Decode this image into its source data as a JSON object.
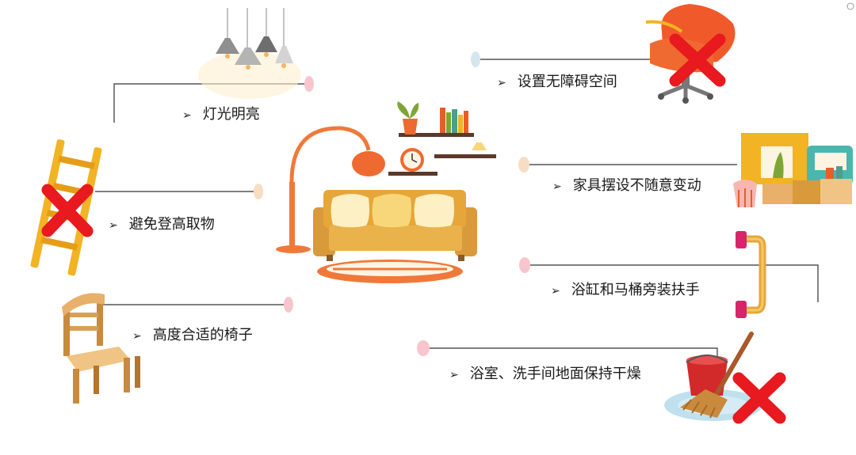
{
  "items": {
    "light": "灯光明亮",
    "ladder": "避免登高取物",
    "chair": "高度合适的椅子",
    "barrier_free": "设置无障碍空间",
    "furniture": "家具摆设不随意变动",
    "handrail": "浴缸和马桶旁装扶手",
    "dry_floor": "浴室、洗手间地面保持干燥"
  },
  "bullet_glyph": "➢",
  "colors": {
    "line": "#333333",
    "dot_pink": "#f7c6cc",
    "dot_peach": "#f6ddc4",
    "dot_blue": "#d6e6ee",
    "cross": "#e8191f",
    "orange": "#f0793a",
    "mustard": "#e6a63a",
    "cushion": "#f7d77a"
  },
  "icons": [
    "lamp-icon",
    "ladder-icon",
    "chair-icon",
    "office-chair-icon",
    "furniture-icon",
    "handrail-icon",
    "bucket-mop-icon",
    "sofa-icon",
    "cross-icon"
  ]
}
